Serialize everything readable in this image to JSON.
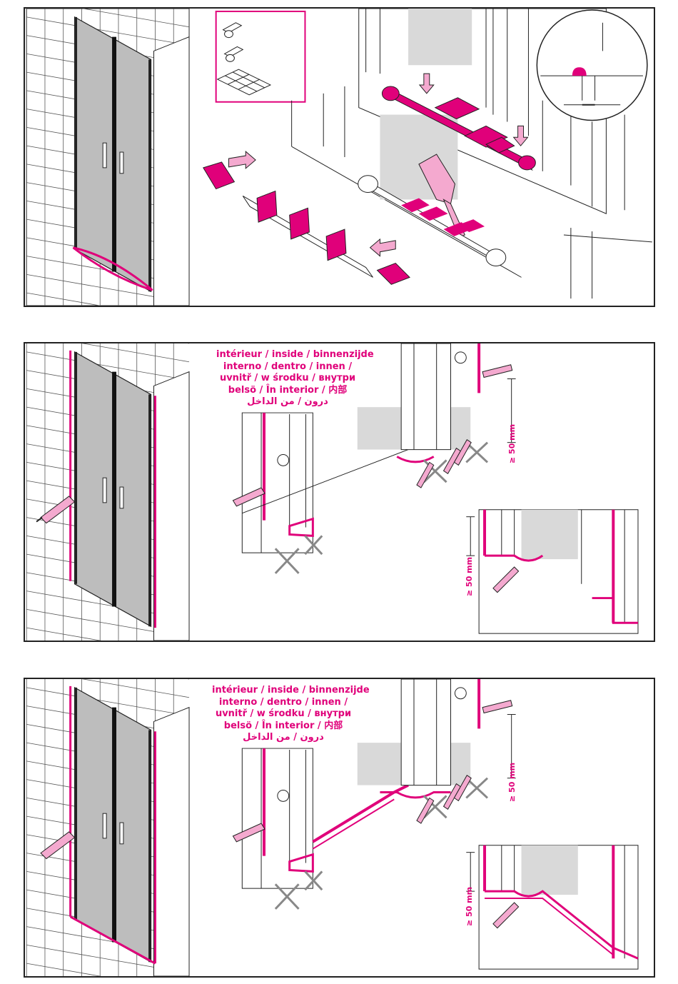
{
  "colors": {
    "accent": "#e0007a",
    "accent_light": "#f4a9cf",
    "line": "#222222",
    "glass": "#bdbdbd",
    "shade": "#d9d9d9"
  },
  "panels": [
    {
      "id": "panel-1",
      "step": "seal-profile-assembly",
      "icons": [
        "end-cap-icon",
        "end-cap-icon",
        "adhesive-pads-icon"
      ]
    },
    {
      "id": "panel-2",
      "step": "wall-profile-sealing",
      "labels": {
        "line1": "intérieur / inside / binnenzijde",
        "line2": "interno / dentro / innen /",
        "line3": "uvnitř / w środku / внутри",
        "line4": "belsö / În interior / 内部",
        "line5": "درون / من الداخل"
      },
      "dimension": "≥ 50 mm"
    },
    {
      "id": "panel-3",
      "step": "floor-profile-sealing",
      "labels": {
        "line1": "intérieur / inside / binnenzijde",
        "line2": "interno / dentro / innen /",
        "line3": "uvnitř / w środku / внутри",
        "line4": "belsö / În interior / 内部",
        "line5": "درون / من الداخل"
      },
      "dimension": "≥ 50 mm"
    }
  ]
}
